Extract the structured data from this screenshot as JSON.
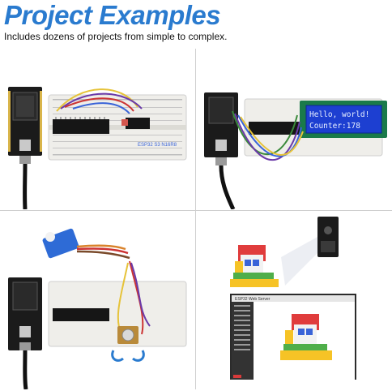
{
  "header": {
    "title": "Project Examples",
    "subtitle": "Includes dozens of projects from simple to complex."
  },
  "panels": [
    {
      "icon": "breadboard-ic-project-image",
      "chip_label": "ESP32 S3 N16R8"
    },
    {
      "icon": "lcd-project-image",
      "lcd_line1": "Hello, world!",
      "lcd_line2": "Counter:178"
    },
    {
      "icon": "servo-potentiometer-project-image"
    },
    {
      "icon": "camera-lego-project-image"
    }
  ],
  "colors": {
    "title": "#2a7bcf",
    "lcd_background": "#1d3fd1",
    "board_black": "#1b1b1b",
    "breadboard": "#efeeea"
  }
}
